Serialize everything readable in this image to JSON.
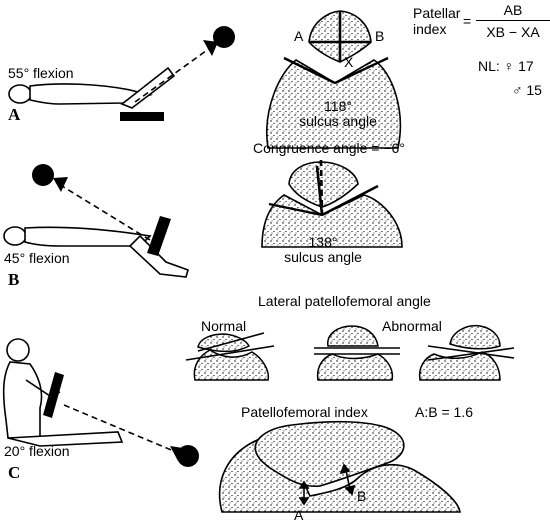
{
  "panels": {
    "A": {
      "letter": "A",
      "flexion": "55° flexion",
      "sulcus_value": "118°",
      "sulcus_label": "sulcus angle",
      "point_a": "A",
      "point_b": "B",
      "point_x": "X"
    },
    "B": {
      "letter": "B",
      "flexion": "45° flexion",
      "congruence": "Congruence angle = −6°",
      "sulcus_value": "138°",
      "sulcus_label": "sulcus angle"
    },
    "C": {
      "letter": "C",
      "flexion": "20° flexion",
      "lateral_title": "Lateral patellofemoral angle",
      "normal": "Normal",
      "abnormal": "Abnormal",
      "pf_index_title": "Patellofemoral index",
      "pf_ratio": "A:B = 1.6",
      "point_a": "A",
      "point_b": "B"
    }
  },
  "patellar_index": {
    "label_line1": "Patellar",
    "label_line2": "index",
    "equals": "=",
    "numerator": "AB",
    "denominator": "XB − XA",
    "nl_female": "NL: ♀ 17",
    "nl_male": "♂ 15"
  }
}
